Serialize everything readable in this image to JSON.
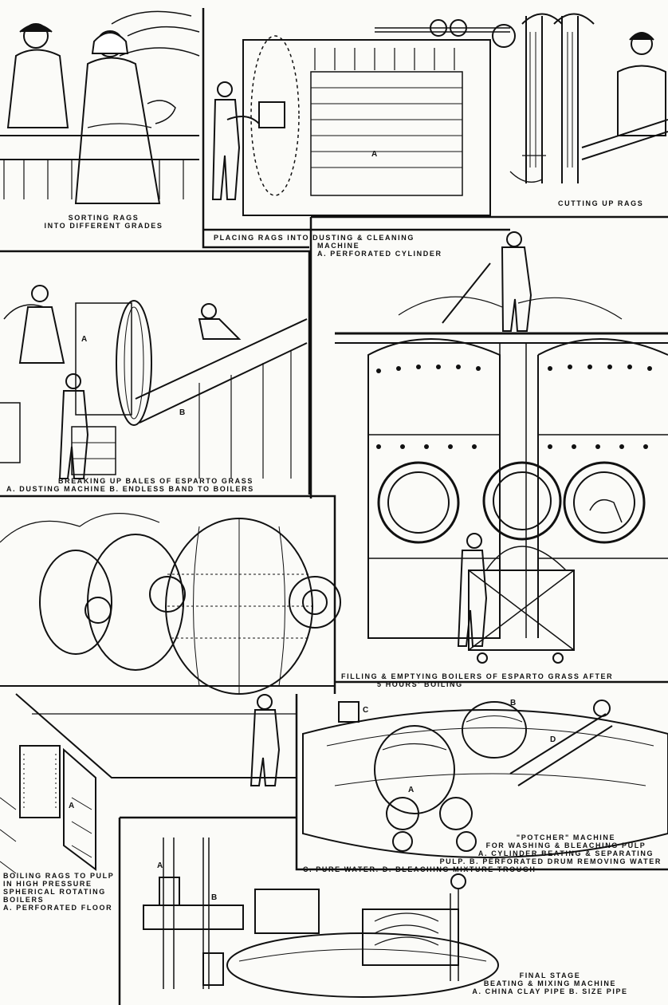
{
  "panels": {
    "sorting": {
      "line1": "Sorting rags",
      "line2": "into different grades"
    },
    "dusting": {
      "line1": "Placing rags into dusting & cleaning",
      "line2": "machine",
      "line3": "A. Perforated cylinder",
      "marker_a": "A"
    },
    "cutting": {
      "line1": "Cutting up rags"
    },
    "esparto_bales": {
      "line1": "Breaking up bales of esparto grass",
      "line2": "A. Dusting machine  B. Endless band to boilers",
      "marker_a": "A",
      "marker_b": "B"
    },
    "boilers_esparto": {
      "line1": "Filling & emptying boilers of esparto grass after",
      "line2": "5 hours' boiling"
    },
    "potcher": {
      "line1": "\"Potcher\" machine",
      "line2": "for washing & bleaching pulp",
      "line3": "A. Cylinder beating & separating",
      "line4": "pulp. B. Perforated drum removing water",
      "line5": "C. Pure water. D. Bleaching mixture trough",
      "marker_a": "A",
      "marker_b": "B",
      "marker_c": "C",
      "marker_d": "D"
    },
    "spherical": {
      "line1": "Boiling rags to pulp",
      "line2": "in high pressure",
      "line3": "spherical rotating",
      "line4": "boilers",
      "line5": "A. Perforated floor",
      "marker_a": "A"
    },
    "final": {
      "line1": "Final stage",
      "line2": "beating & mixing machine",
      "line3": "A. China clay pipe  B. Size pipe",
      "marker_a": "A",
      "marker_b": "B"
    }
  }
}
